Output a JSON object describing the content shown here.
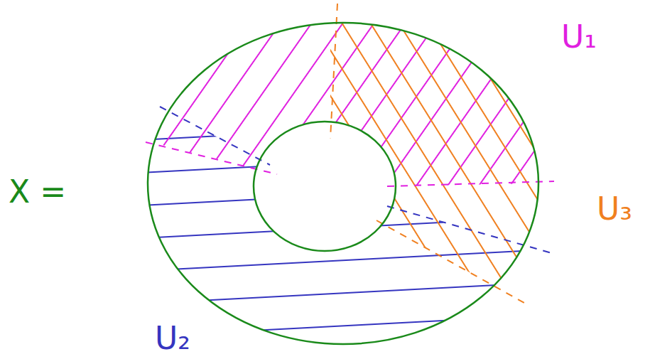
{
  "diagram": {
    "labels": [
      "X =",
      "U₁",
      "U₂",
      "U₃"
    ]
  }
}
